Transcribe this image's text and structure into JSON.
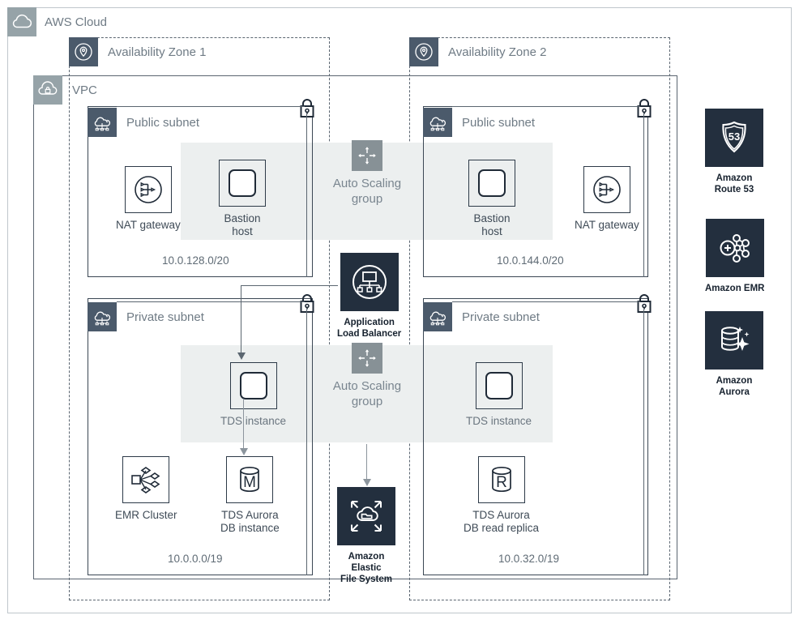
{
  "diagram": {
    "title": "AWS Cloud",
    "cloud_label": "AWS Cloud",
    "vpc_label": "VPC",
    "availability_zones": [
      {
        "label": "Availability Zone 1"
      },
      {
        "label": "Availability Zone 2"
      }
    ],
    "subnets": [
      {
        "label": "Public subnet",
        "cidr": "10.0.128.0/20",
        "zone": "Availability Zone 1"
      },
      {
        "label": "Public subnet",
        "cidr": "10.0.144.0/20",
        "zone": "Availability Zone 2"
      },
      {
        "label": "Private subnet",
        "cidr": "10.0.0.0/19",
        "zone": "Availability Zone 1"
      },
      {
        "label": "Private subnet",
        "cidr": "10.0.32.0/19",
        "zone": "Availability Zone 2"
      }
    ],
    "resources": {
      "nat_gateway_az1": "NAT gateway",
      "bastion_host_az1": "Bastion\nhost",
      "bastion_host_az1_l1": "Bastion",
      "bastion_host_az1_l2": "host",
      "nat_gateway_az2": "NAT gateway",
      "bastion_host_az2_l1": "Bastion",
      "bastion_host_az2_l2": "host",
      "tds_instance_az1": "TDS instance",
      "tds_instance_az2": "TDS instance",
      "emr_cluster": "EMR Cluster",
      "aurora_db_l1": "TDS Aurora",
      "aurora_db_l2": "DB instance",
      "aurora_replica_l1": "TDS Aurora",
      "aurora_replica_l2": "DB read replica",
      "alb_l1": "Application",
      "alb_l2": "Load Balancer",
      "efs_l1": "Amazon",
      "efs_l2": "Elastic",
      "efs_l3": "File System",
      "asg_top_l1": "Auto Scaling",
      "asg_top_l2": "group",
      "asg_bottom_l1": "Auto Scaling",
      "asg_bottom_l2": "group"
    },
    "services_panel": [
      {
        "name_l1": "Amazon",
        "name_l2": "Route 53",
        "icon": "route53-icon",
        "badge": "53"
      },
      {
        "name_l1": "Amazon EMR",
        "name_l2": "",
        "icon": "emr-icon"
      },
      {
        "name_l1": "Amazon",
        "name_l2": "Aurora",
        "icon": "aurora-icon"
      }
    ],
    "db_badges": {
      "aurora_primary": "M",
      "aurora_replica": "R"
    },
    "colors": {
      "aws_navy": "#232f3e",
      "group_gray": "#879196",
      "subnet_border": "#3b4754",
      "band": "#ecefef",
      "text_muted": "#6f7b85",
      "line": "#5b6670"
    }
  }
}
